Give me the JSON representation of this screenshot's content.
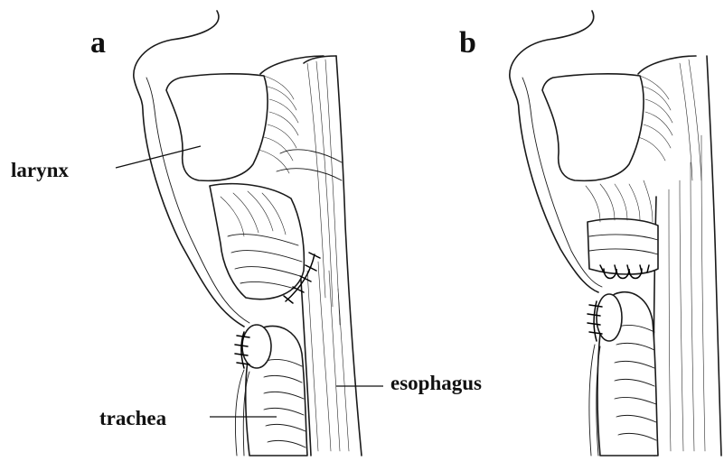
{
  "panels": [
    {
      "letter": "a"
    },
    {
      "letter": "b"
    }
  ],
  "labels": {
    "larynx": "larynx",
    "trachea": "trachea",
    "esophagus": "esophagus"
  },
  "colors": {
    "ink": "#1a1a1a",
    "background": "#ffffff"
  }
}
